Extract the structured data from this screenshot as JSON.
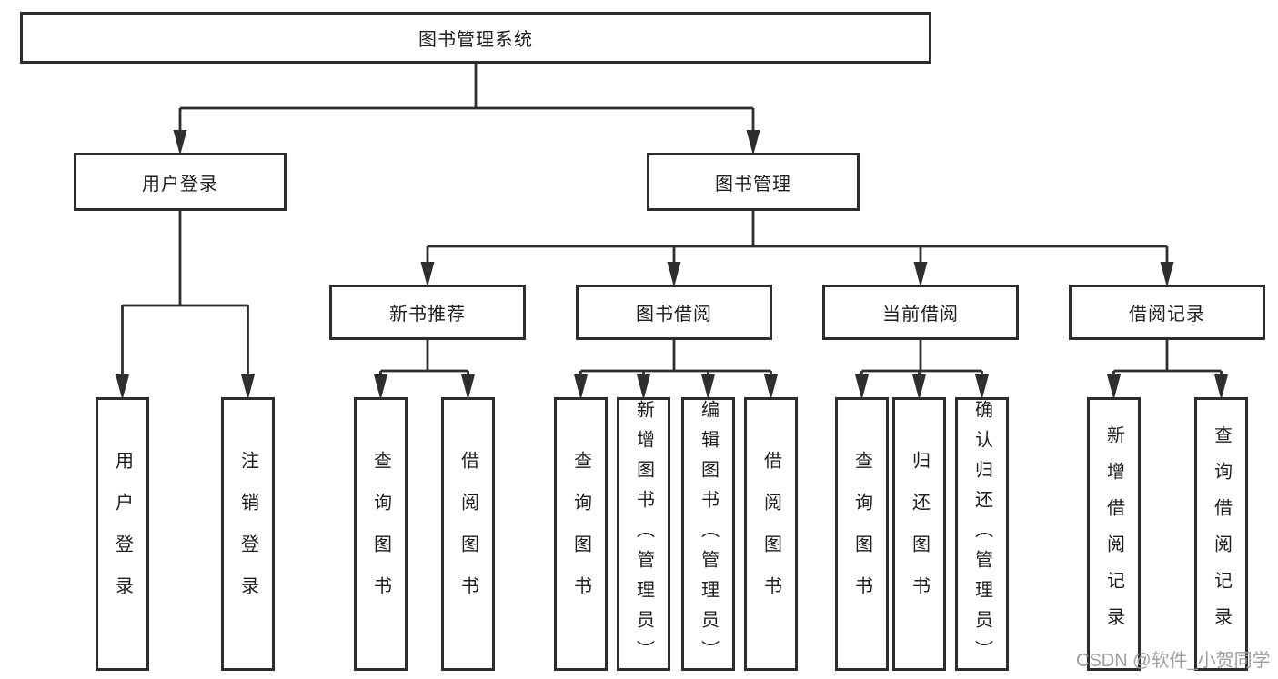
{
  "colors": {
    "line": "#2e2e2e",
    "border": "#2d2d2d",
    "text": "#1e1e1e",
    "watermark": "#9e9e9e",
    "background": "#ffffff"
  },
  "watermark": {
    "text": "CSDN @软件_小贺同学"
  },
  "tree": {
    "label": "图书管理系统",
    "children": [
      {
        "label": "用户登录",
        "children": [
          {
            "label": "用户登录"
          },
          {
            "label": "注销登录"
          }
        ]
      },
      {
        "label": "图书管理",
        "children": [
          {
            "label": "新书推荐",
            "children": [
              {
                "label": "查询图书"
              },
              {
                "label": "借阅图书"
              }
            ]
          },
          {
            "label": "图书借阅",
            "children": [
              {
                "label": "查询图书"
              },
              {
                "label": "新增图书（管理员）"
              },
              {
                "label": "编辑图书（管理员）"
              },
              {
                "label": "借阅图书"
              }
            ]
          },
          {
            "label": "当前借阅",
            "children": [
              {
                "label": "查询图书"
              },
              {
                "label": "归还图书"
              },
              {
                "label": "确认归还（管理员）"
              }
            ]
          },
          {
            "label": "借阅记录",
            "children": [
              {
                "label": "新增借阅记录"
              },
              {
                "label": "查询借阅记录"
              }
            ]
          }
        ]
      }
    ]
  }
}
